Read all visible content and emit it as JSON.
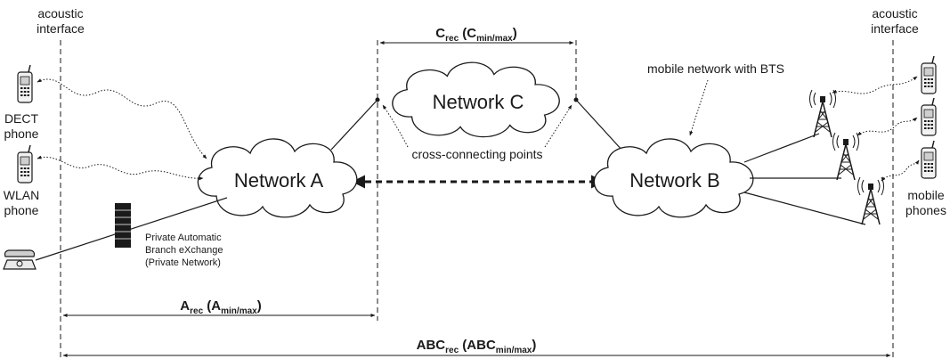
{
  "acoustic_left": {
    "line1": "acoustic",
    "line2": "interface"
  },
  "acoustic_right": {
    "line1": "acoustic",
    "line2": "interface"
  },
  "clouds": {
    "a": "Network A",
    "b": "Network B",
    "c": "Network C"
  },
  "devices": {
    "dect": {
      "line1": "DECT",
      "line2": "phone"
    },
    "wlan": {
      "line1": "WLAN",
      "line2": "phone"
    },
    "mobile": {
      "line1": "mobile",
      "line2": "phones"
    }
  },
  "pabx": {
    "line1": "Private Automatic",
    "line2": "Branch eXchange",
    "line3": "(Private Network)"
  },
  "annotations": {
    "mobile_network": "mobile network with BTS",
    "cross_connect": "cross-connecting points"
  },
  "dimensions": {
    "c": {
      "main": "C",
      "sub": "rec",
      "paren_main": "C",
      "paren_sub": "min/max"
    },
    "a": {
      "main": "A",
      "sub": "rec",
      "paren_main": "A",
      "paren_sub": "min/max"
    },
    "abc": {
      "main": "ABC",
      "sub": "rec",
      "paren_main": "ABC",
      "paren_sub": "min/max"
    }
  },
  "colors": {
    "ink": "#1a1a1a",
    "background": "#ffffff"
  },
  "icons": [
    "dect-phone-icon",
    "wlan-phone-icon",
    "desk-phone-icon",
    "pabx-rack-icon",
    "bts-tower-icon",
    "mobile-phone-icon",
    "cloud-icon"
  ]
}
